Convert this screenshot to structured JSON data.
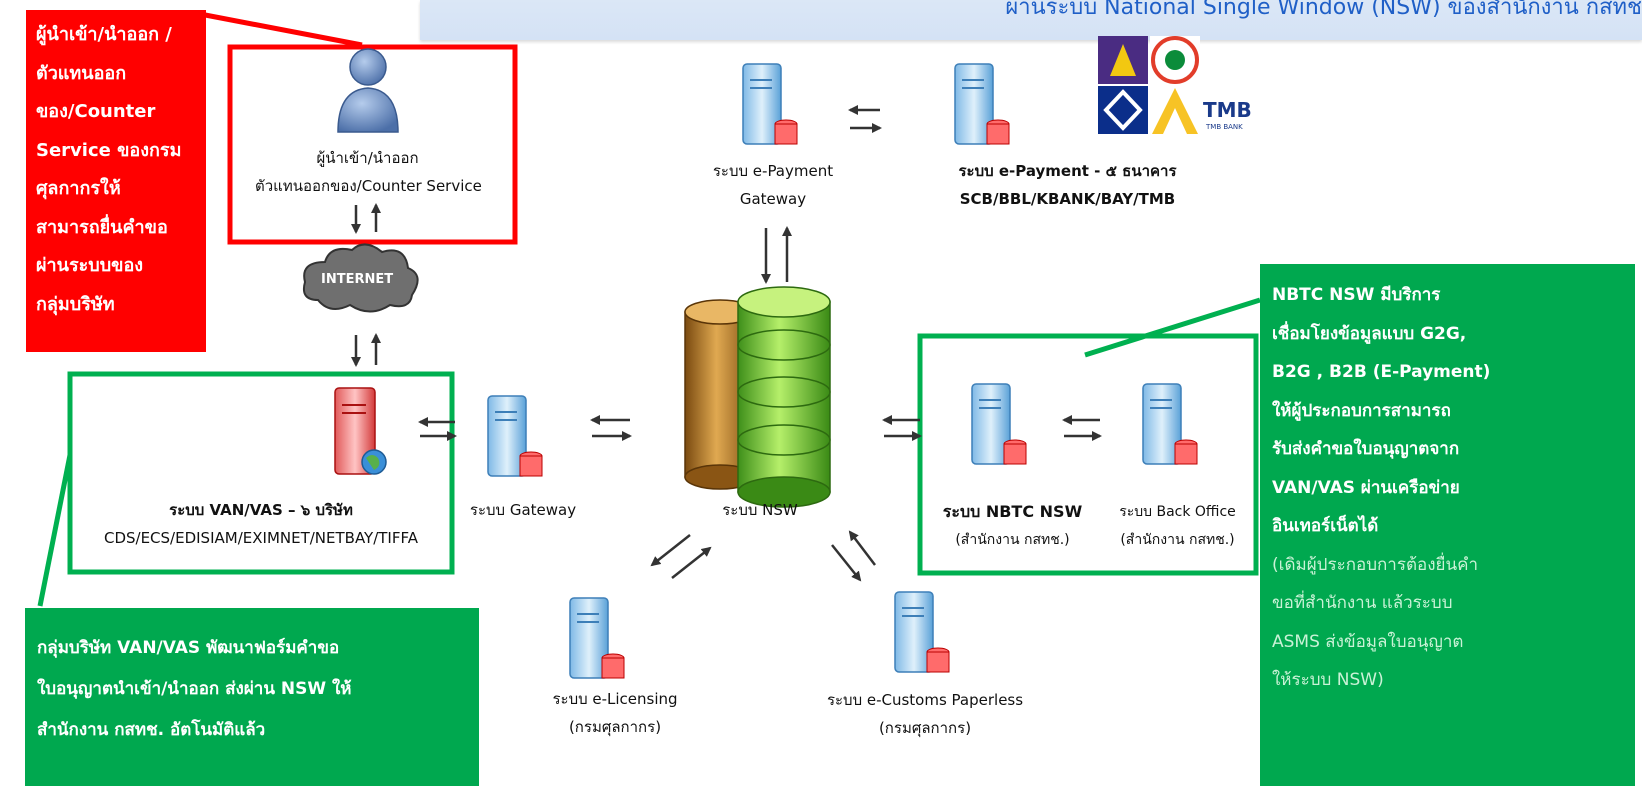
{
  "header": {
    "title": "ผ่านระบบ National Single Window (NSW) ของสำนักงาน กสทช"
  },
  "nodes": {
    "importer": {
      "line1": "ผู้นำเข้า/นำออก",
      "line2": "ตัวแทนออกของ/Counter Service"
    },
    "internet": {
      "label": "INTERNET"
    },
    "epay_gateway": {
      "line1": "ระบบ e-Payment",
      "line2": "Gateway"
    },
    "epay_banks": {
      "line1": "ระบบ e-Payment - ๕ ธนาคาร",
      "line2": "SCB/BBL/KBANK/BAY/TMB"
    },
    "van": {
      "line1": "ระบบ VAN/VAS – ๖ บริษัท",
      "line2": "CDS/ECS/EDISIAM/EXIMNET/NETBAY/TIFFA"
    },
    "gateway": {
      "line1": "ระบบ Gateway"
    },
    "nsw": {
      "line1": "ระบบ NSW"
    },
    "nbtc": {
      "line1": "ระบบ NBTC NSW",
      "line2": "(สำนักงาน กสทช.)"
    },
    "backoffice": {
      "line1": "ระบบ Back Office",
      "line2": "(สำนักงาน กสทช.)"
    },
    "elicensing": {
      "line1": "ระบบ e-Licensing",
      "line2": "(กรมศุลกากร)"
    },
    "ecustoms": {
      "line1": "ระบบ e-Customs Paperless",
      "line2": "(กรมศุลกากร)"
    }
  },
  "logos": {
    "tmb_text": "TMB",
    "tmb_sub": "TMB BANK"
  },
  "notes": {
    "red": [
      "ผู้นำเข้า/นำออก /",
      "ตัวแทนออก",
      "ของ/Counter",
      "Service ของกรม",
      "ศุลกากรให้",
      "สามารถยื่นคำขอ",
      "ผ่านระบบของ",
      "กลุ่มบริษัท"
    ],
    "bottom_left": [
      "กลุ่มบริษัท VAN/VAS พัฒนาฟอร์มคำขอ",
      "ใบอนุญาตนำเข้า/นำออก ส่งผ่าน NSW ให้",
      "สำนักงาน กสทช. อัตโนมัติแล้ว"
    ],
    "right_bold": [
      "NBTC NSW มีบริการ",
      "เชื่อมโยงข้อมูลแบบ G2G,",
      "B2G , B2B (E-Payment)",
      "ให้ผู้ประกอบการสามารถ",
      "รับส่งคำขอใบอนุญาตจาก",
      "VAN/VAS ผ่านเครือข่าย",
      "อินเทอร์เน็ตได้"
    ],
    "right_light": [
      "(เดิมผู้ประกอบการต้องยื่นคำ",
      "ขอที่สำนักงาน แล้วระบบ",
      "ASMS  ส่งข้อมูลใบอนุญาต",
      "ให้ระบบ NSW)"
    ]
  },
  "colors": {
    "red": "#ff0000",
    "green": "#00a84f",
    "header_text": "#1f5fc7"
  }
}
